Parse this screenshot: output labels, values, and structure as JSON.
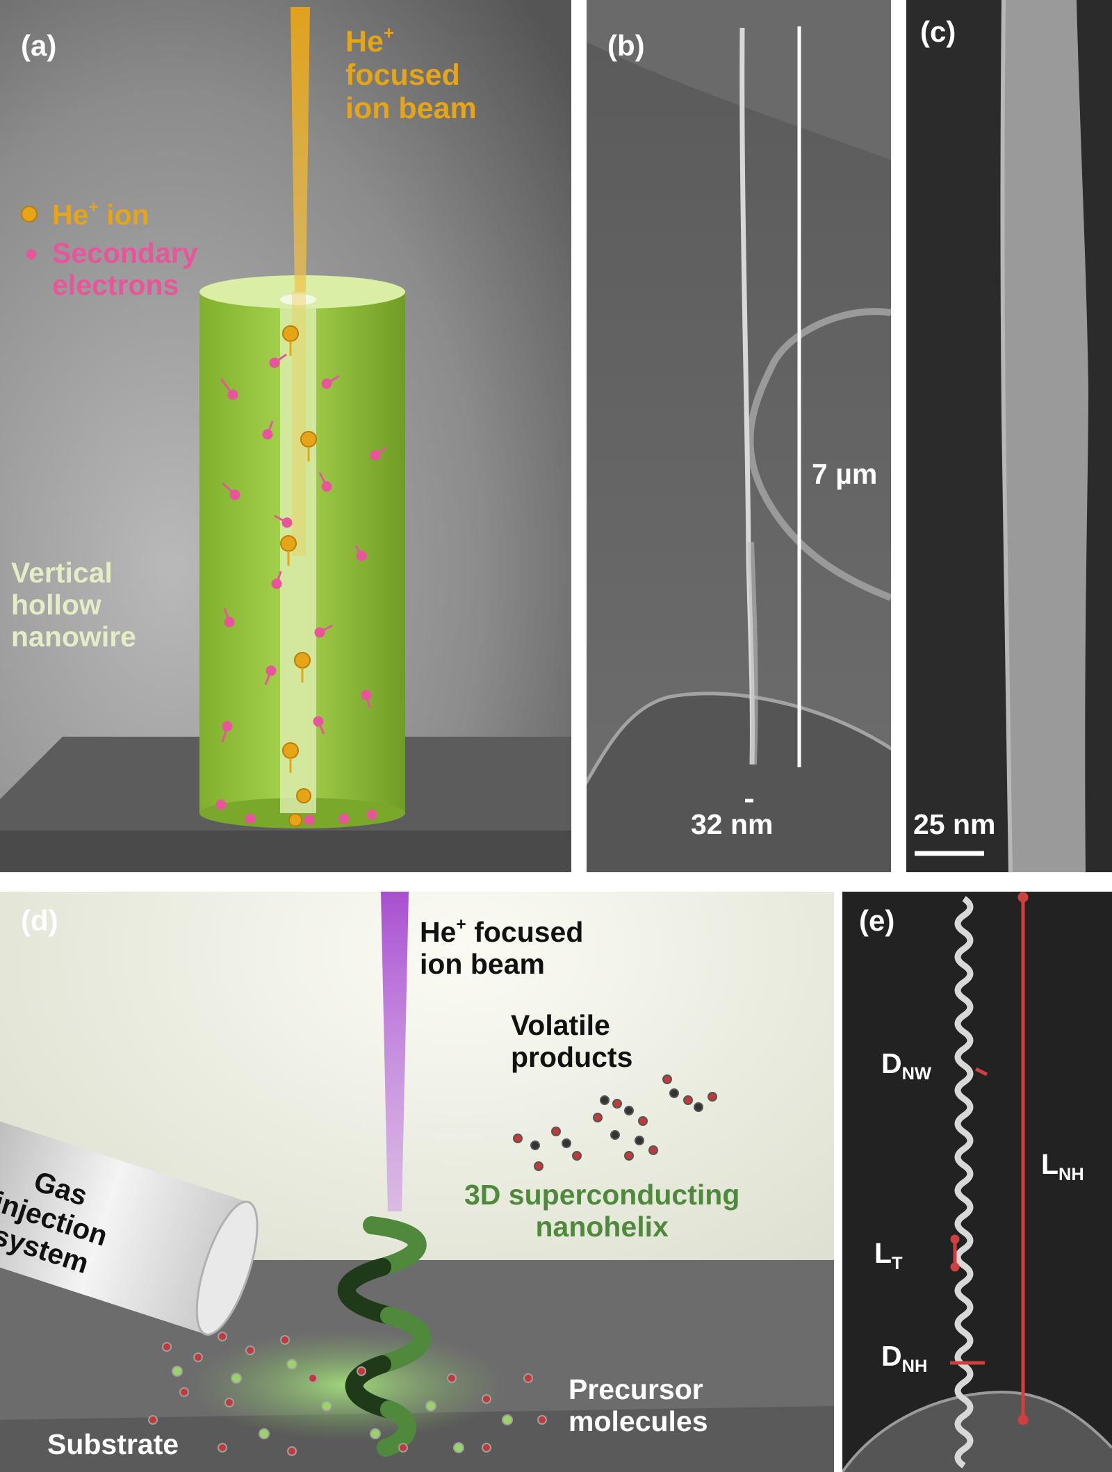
{
  "panel_a": {
    "tag": "(a)",
    "beam_he": "He",
    "beam_sup": "+",
    "beam_line2": "focused",
    "beam_line3": "ion beam",
    "legend_ion_he": "He",
    "legend_ion_sup": "+",
    "legend_ion_rest": " ion",
    "legend_electron_line1": "Secondary",
    "legend_electron_line2": "electrons",
    "nanowire_line1": "Vertical",
    "nanowire_line2": "hollow",
    "nanowire_line3": "nanowire"
  },
  "panel_b": {
    "tag": "(b)",
    "length_label": "7 µm",
    "width_label": "32 nm"
  },
  "panel_c": {
    "tag": "(c)",
    "scale_label": "25 nm"
  },
  "panel_d": {
    "tag": "(d)",
    "beam_he": "He",
    "beam_sup": "+",
    "beam_rest": " focused",
    "beam_line2": "ion beam",
    "volatile_line1": "Volatile",
    "volatile_line2": "products",
    "helix_line1": "3D superconducting",
    "helix_line2": "nanohelix",
    "gis_line1": "Gas",
    "gis_line2": "injection",
    "gis_line3": "system",
    "precursor_line1": "Precursor",
    "precursor_line2": "molecules",
    "substrate": "Substrate"
  },
  "panel_e": {
    "tag": "(e)",
    "dnw_main": "D",
    "dnw_sub": "NW",
    "lnh_main": "L",
    "lnh_sub": "NH",
    "lt_main": "L",
    "lt_sub": "T",
    "dnh_main": "D",
    "dnh_sub": "NH"
  },
  "colors": {
    "beam_orange": "#e6a417",
    "electron_pink": "#e8559a",
    "nanowire_green": "#8fc23a",
    "beam_violet": "#b061d6",
    "helix_green": "#4f8a3c",
    "marker_red": "#d04040"
  }
}
